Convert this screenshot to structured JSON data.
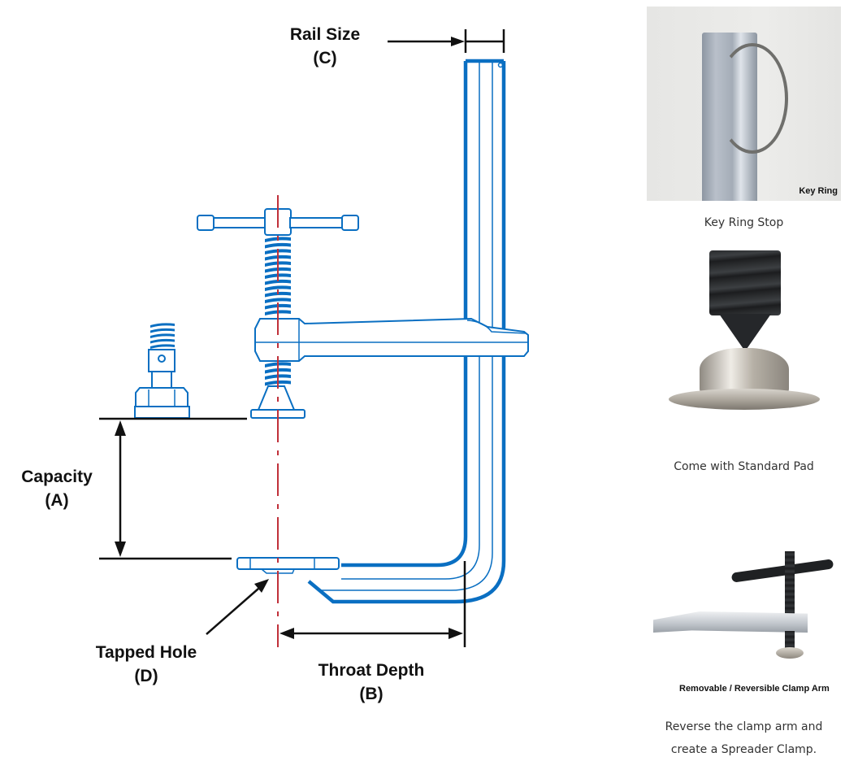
{
  "diagram": {
    "labels": {
      "rail_size": "Rail Size",
      "rail_size_code": "(C)",
      "capacity": "Capacity",
      "capacity_code": "(A)",
      "tapped_hole": "Tapped Hole",
      "tapped_hole_code": "(D)",
      "throat_depth": "Throat Depth",
      "throat_depth_code": "(B)"
    },
    "colors": {
      "line_art": "#0a6fc2",
      "centerline": "#c0303a",
      "dimension": "#111111"
    }
  },
  "features": [
    {
      "photo_tag": "Key Ring",
      "caption": "Key Ring Stop"
    },
    {
      "photo_tag": "",
      "caption": "Come with Standard Pad"
    },
    {
      "photo_tag": "Removable / Reversible Clamp Arm",
      "caption_line1": "Reverse the clamp arm and",
      "caption_line2": "create a Spreader Clamp."
    }
  ]
}
